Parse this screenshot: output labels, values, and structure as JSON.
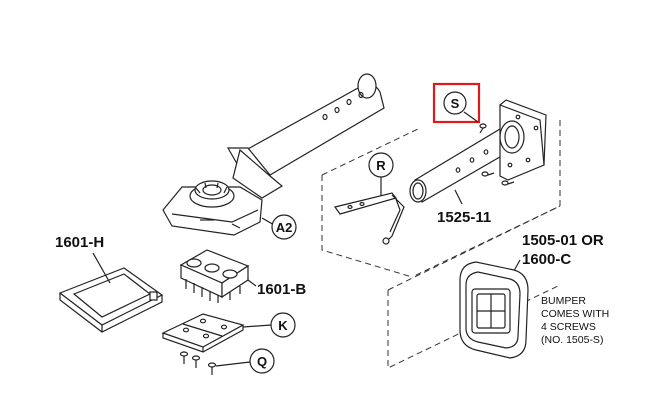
{
  "labels": {
    "a2": "A2",
    "p1601h": "1601-H",
    "p1601b": "1601-B",
    "k": "K",
    "q": "Q",
    "r": "R",
    "s": "S",
    "p1525": "1525-11",
    "p1505_line1": "1505-01 OR",
    "p1505_line2": "1600-C"
  },
  "bumper_note": {
    "line1": "BUMPER",
    "line2": "COMES WITH",
    "line3": "4 SCREWS",
    "line4": "(NO. 1505-S)"
  },
  "colors": {
    "highlight": "#e0191b",
    "line": "#222222",
    "shade": "#cfcfcf"
  }
}
